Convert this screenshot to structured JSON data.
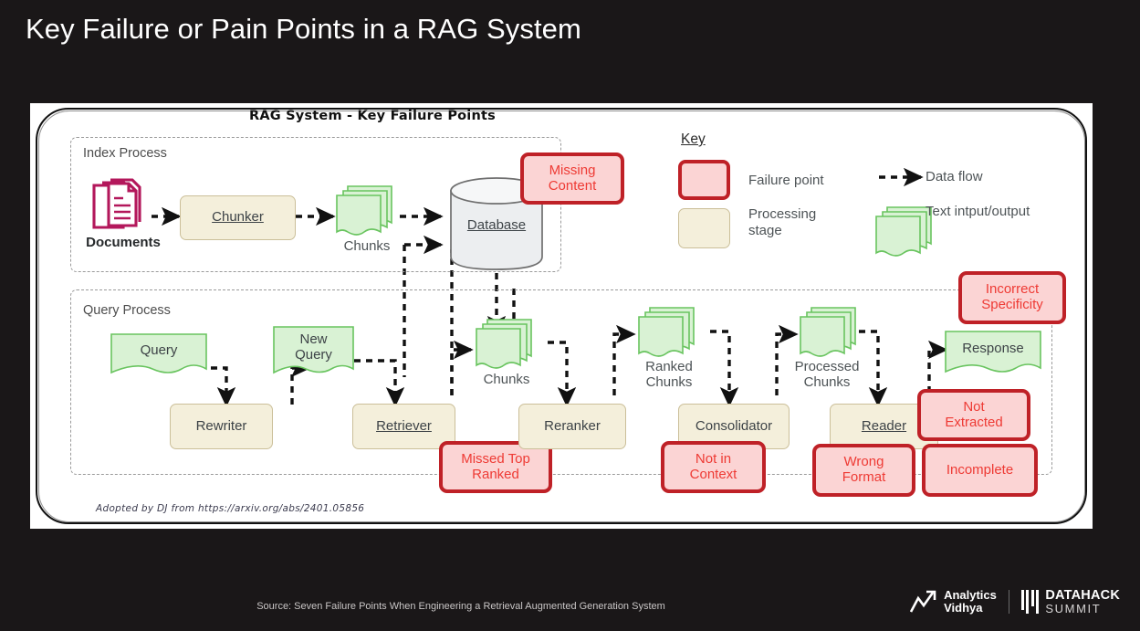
{
  "slide": {
    "title": "Key Failure or Pain Points in a RAG System",
    "source_line": "Source: Seven Failure Points When Engineering a Retrieval Augmented Generation System"
  },
  "diagram": {
    "title": "RAG System - Key Failure Points",
    "attribution": "Adopted by DJ from https://arxiv.org/abs/2401.05856",
    "index_process": {
      "label": "Index Process",
      "documents_label": "Documents",
      "chunker_label": "Chunker",
      "chunks_label": "Chunks",
      "database_label": "Database",
      "failure_missing_content": "Missing\nContent"
    },
    "query_process": {
      "label": "Query Process",
      "query_label": "Query",
      "rewriter_label": "Rewriter",
      "new_query_label": "New\nQuery",
      "retriever_label": "Retriever",
      "chunks_label": "Chunks",
      "reranker_label": "Reranker",
      "ranked_chunks_label": "Ranked\nChunks",
      "consolidator_label": "Consolidator",
      "processed_chunks_label": "Processed\nChunks",
      "reader_label": "Reader",
      "response_label": "Response"
    },
    "failures": [
      {
        "id": "missing-content",
        "text": "Missing Content"
      },
      {
        "id": "missed-top-ranked",
        "text": "Missed Top Ranked"
      },
      {
        "id": "not-in-context",
        "text": "Not in Context"
      },
      {
        "id": "not-extracted",
        "text": "Not Extracted"
      },
      {
        "id": "wrong-format",
        "text": "Wrong Format"
      },
      {
        "id": "incomplete",
        "text": "Incomplete"
      },
      {
        "id": "incorrect-specificity",
        "text": "Incorrect Specificity"
      }
    ],
    "key": {
      "title": "Key",
      "failure_point": "Failure point",
      "processing_stage": "Processing stage",
      "data_flow": "Data flow",
      "text_io": "Text intput/output"
    },
    "colors": {
      "failure_fill": "#fbd4d4",
      "failure_border": "#bf2127",
      "failure_text": "#ee3a34",
      "stage_fill": "#f4efdb",
      "stage_border": "#cbbf99",
      "textio_fill": "#d9f2d4",
      "textio_border": "#69c45f",
      "document_icon": "#b3175b",
      "database_fill": "#eceef0",
      "slide_background": "#1a1718",
      "panel_background": "#ffffff"
    }
  },
  "footer": {
    "analytics_vidhya_line1": "Analytics",
    "analytics_vidhya_line2": "Vidhya",
    "datahack_line1": "DATAHACK",
    "datahack_line2": "SUMMIT"
  }
}
